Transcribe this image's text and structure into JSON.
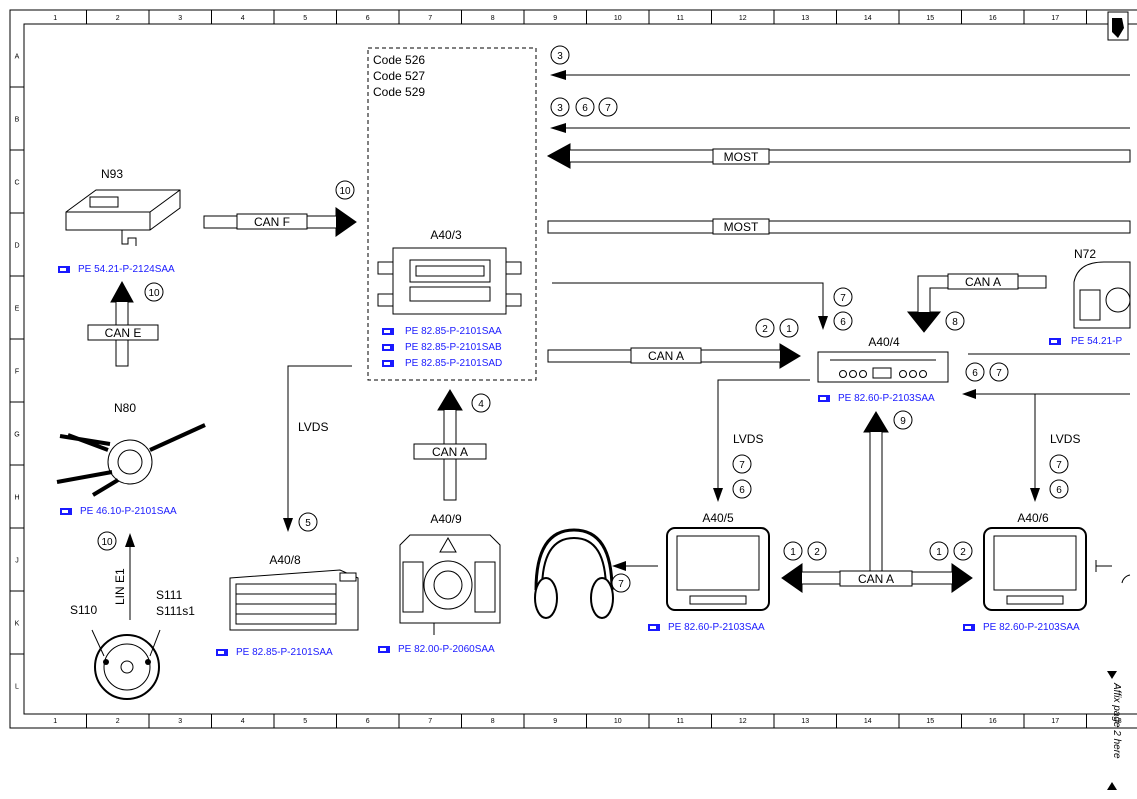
{
  "grid": {
    "columns": [
      "1",
      "2",
      "3",
      "4",
      "5",
      "6",
      "7",
      "8",
      "9",
      "10",
      "11",
      "12",
      "13",
      "14",
      "15",
      "16",
      "17",
      "18"
    ],
    "rows": [
      "A",
      "B",
      "C",
      "D",
      "E",
      "F",
      "G",
      "H",
      "J",
      "K",
      "L"
    ]
  },
  "code_box": {
    "lines": [
      "Code 526",
      "Code 527",
      "Code 529"
    ]
  },
  "components": {
    "n93": {
      "label": "N93",
      "ref": "PE 54.21-P-2124SAA"
    },
    "n80": {
      "label": "N80",
      "ref": "PE 46.10-P-2101SAA"
    },
    "steering": {
      "s110": "S110",
      "s111": "S111",
      "s111s1": "S111s1"
    },
    "a40_3": {
      "label": "A40/3",
      "refs": [
        "PE 82.85-P-2101SAA",
        "PE 82.85-P-2101SAB",
        "PE 82.85-P-2101SAD"
      ]
    },
    "a40_8": {
      "label": "A40/8",
      "ref": "PE 82.85-P-2101SAA"
    },
    "a40_9": {
      "label": "A40/9",
      "ref": "PE 82.00-P-2060SAA"
    },
    "a40_4": {
      "label": "A40/4",
      "ref": "PE 82.60-P-2103SAA"
    },
    "a40_5": {
      "label": "A40/5",
      "ref": "PE 82.60-P-2103SAA"
    },
    "a40_6": {
      "label": "A40/6",
      "ref": "PE 82.60-P-2103SAA"
    },
    "n72": {
      "label": "N72",
      "ref": "PE 54.21-P"
    }
  },
  "buses": {
    "can_f": "CAN F",
    "can_e": "CAN E",
    "can_a_mid": "CAN A",
    "can_a_main": "CAN A",
    "can_a_right": "CAN A",
    "can_a_bottom": "CAN A",
    "most_1": "MOST",
    "most_2": "MOST",
    "lvds_left": "LVDS",
    "lvds_mid": "LVDS",
    "lvds_right": "LVDS",
    "lin_e1": "LIN E1"
  },
  "markers": {
    "m3a": "3",
    "m3b": "3",
    "m6a": "6",
    "m7a": "7",
    "m10a": "10",
    "m10b": "10",
    "m10c": "10",
    "m2a": "2",
    "m1a": "1",
    "m7b": "7",
    "m6b": "6",
    "m8": "8",
    "m4": "4",
    "m5": "5",
    "m9": "9",
    "m6c": "6",
    "m7c": "7",
    "m7d": "7",
    "m6d": "6",
    "m7e": "7",
    "m6e": "6",
    "m1b": "1",
    "m2b": "2",
    "m1c": "1",
    "m2c": "2",
    "m7f": "7"
  },
  "side_note": "Affix page 2 here"
}
